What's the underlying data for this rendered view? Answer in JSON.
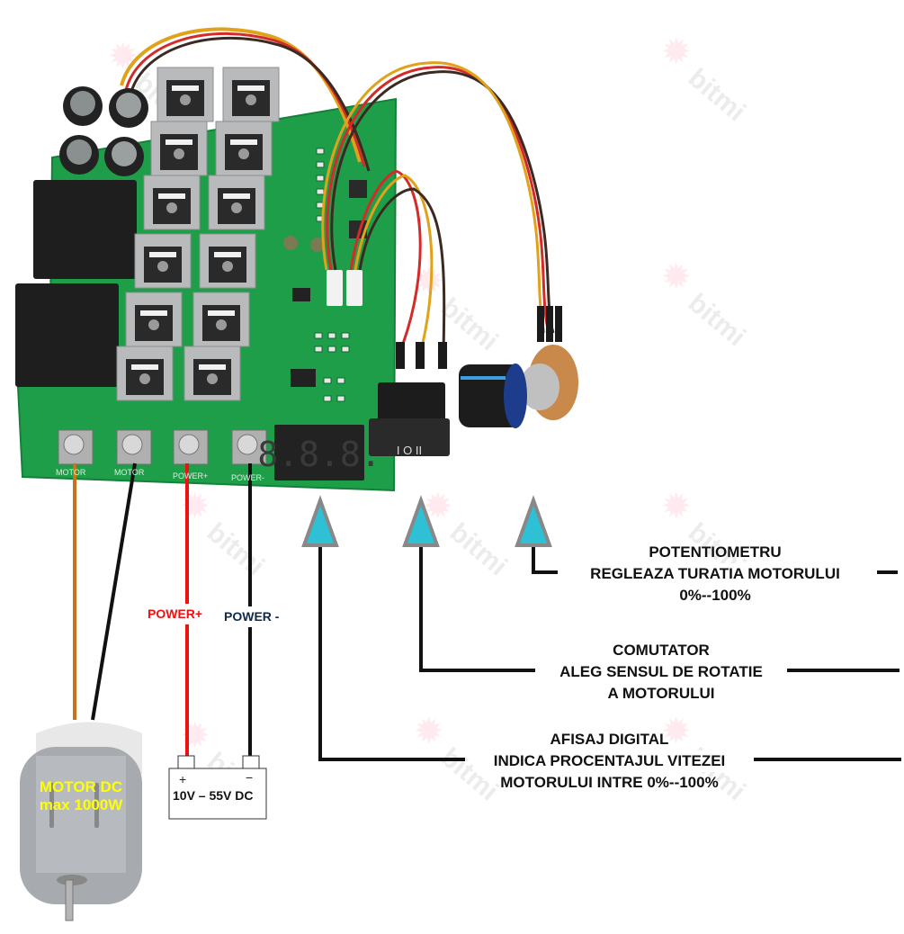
{
  "watermark": {
    "text": "bitmi",
    "icon": "bitmi-star-logo-icon"
  },
  "board": {
    "terminal_labels": [
      "MOTOR",
      "MOTOR",
      "POWER+",
      "POWER-"
    ],
    "display_readout": "8.8.8.",
    "switch_markings": "I O II"
  },
  "wire_colors": {
    "motor_a": "#c8731a",
    "motor_b": "#111111",
    "power_plus": "#ee1111",
    "power_minus": "#111111"
  },
  "arrow_colors": {
    "fill": "#2ec0d4",
    "stroke": "#888888"
  },
  "labels": {
    "power_plus": "POWER+",
    "power_minus": "POWER -",
    "power_plus_color": "#ee1111",
    "power_minus_color": "#0d2a4d"
  },
  "battery": {
    "plus_sign": "+",
    "minus_sign": "−",
    "voltage_range": "10V – 55V DC"
  },
  "motor": {
    "line1": "MOTOR DC",
    "line2": "max 1000W",
    "text_color": "#ffff00"
  },
  "callouts": {
    "potentiometer": {
      "title": "POTENTIOMETRU",
      "line2": "REGLEAZA TURATIA MOTORULUI",
      "line3": "0%--100%"
    },
    "switch": {
      "title": "COMUTATOR",
      "line2": "ALEG SENSUL DE ROTATIE",
      "line3": "A MOTORULUI"
    },
    "display": {
      "title": "AFISAJ DIGITAL",
      "line2": "INDICA PROCENTAJUL VITEZEI",
      "line3": "MOTORULUI INTRE 0%--100%"
    }
  }
}
